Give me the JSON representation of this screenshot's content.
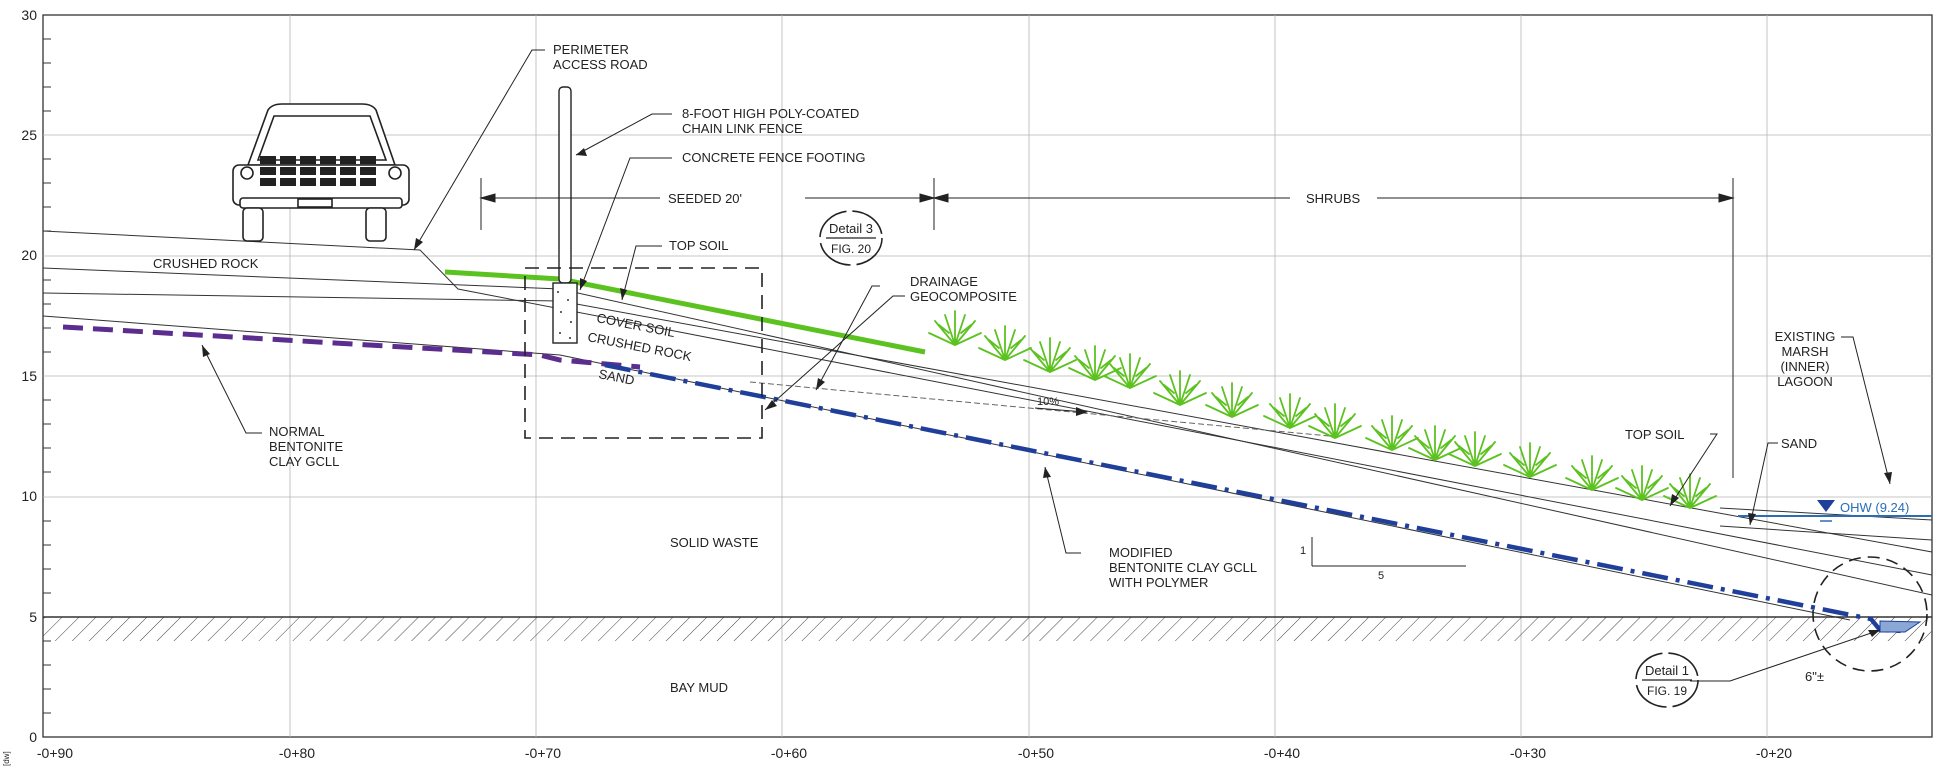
{
  "axes": {
    "y_ticks": [
      "0",
      "5",
      "10",
      "15",
      "20",
      "25",
      "30"
    ],
    "x_ticks": [
      "-0+90",
      "-0+80",
      "-0+70",
      "-0+60",
      "-0+50",
      "-0+40",
      "-0+30",
      "-0+20"
    ],
    "side_stamp": "[dw]"
  },
  "labels": {
    "perimeter_road": [
      "PERIMETER",
      "ACCESS ROAD"
    ],
    "fence": [
      "8-FOOT HIGH POLY-COATED",
      "CHAIN LINK FENCE"
    ],
    "fence_footing": "CONCRETE FENCE FOOTING",
    "seeded": "SEEDED 20'",
    "shrubs": "SHRUBS",
    "crushed_rock_top": "CRUSHED ROCK",
    "top_soil": "TOP SOIL",
    "cover_soil": "COVER SOIL",
    "crushed_rock": "CRUSHED ROCK",
    "sand": "SAND",
    "drainage": [
      "DRAINAGE",
      "GEOCOMPOSITE"
    ],
    "normal_gcll": [
      "NORMAL",
      "BENTONITE",
      "CLAY GCLL"
    ],
    "solid_waste": "SOLID WASTE",
    "bay_mud": "BAY MUD",
    "modified_gcll": [
      "MODIFIED",
      "BENTONITE CLAY GCLL",
      "WITH POLYMER"
    ],
    "slope_pct": "10%",
    "slope_rise": "1",
    "slope_run": "5",
    "existing_marsh": [
      "EXISTING",
      "MARSH",
      "(INNER)",
      "LAGOON"
    ],
    "top_soil_right": "TOP SOIL",
    "sand_right": "SAND",
    "ohw": "OHW (9.24)",
    "six_inch": "6\"±",
    "detail3_title": "Detail 3",
    "detail3_fig": "FIG. 20",
    "detail1_title": "Detail 1",
    "detail1_fig": "FIG. 19"
  },
  "colors": {
    "vegetation": "#5cc21f",
    "normal_gcll": "#5b2d8e",
    "modified_gcll": "#1f3f9a",
    "ohw": "#2a6db5",
    "grid": "#b5b5b5",
    "ink": "#222222"
  }
}
